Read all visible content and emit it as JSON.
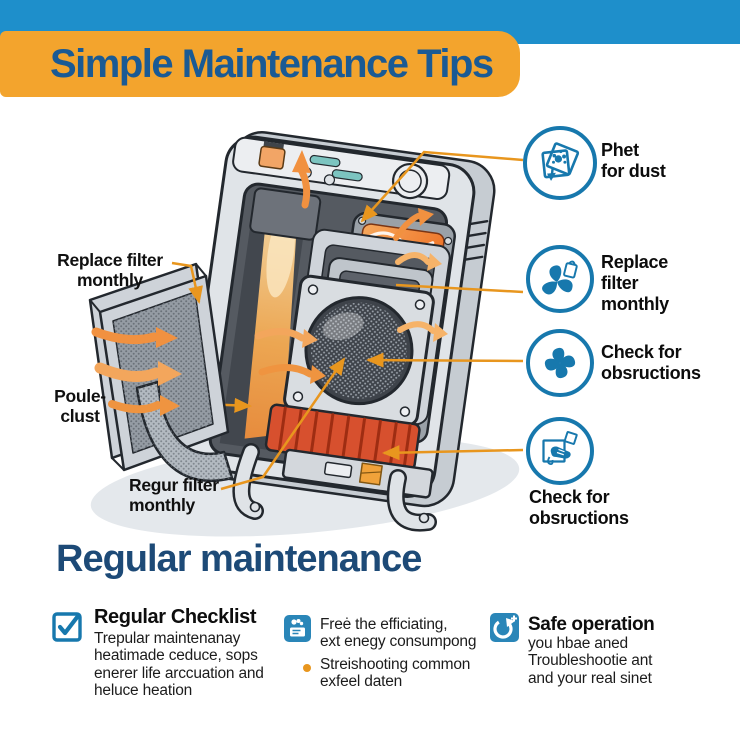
{
  "colors": {
    "top_bar_blue": "#1e8fcb",
    "banner_orange": "#f3a42d",
    "title_blue": "#1a5a94",
    "heading_navy": "#1d4a77",
    "icon_blue": "#1778ad",
    "callout_orange": "#e8961e",
    "heater_orange": "#ef7a2e",
    "grill_red": "#d7502e"
  },
  "header": {
    "title": "Simple Maintenance Tips"
  },
  "diagram": {
    "left_labels": [
      {
        "text": "Replace filter\nmonthly"
      },
      {
        "text": "Poule-\nclust"
      },
      {
        "text": "Regur filter\nmonthly"
      }
    ],
    "right_callouts": [
      {
        "icon": "dust-filter-icon",
        "label": "Phet\nfor dust"
      },
      {
        "icon": "fan-replace-icon",
        "label": "Replace\nfilter\nmonthly"
      },
      {
        "icon": "fan-icon",
        "label": "Check for\nobsructions"
      },
      {
        "icon": "wipe-clean-icon",
        "label": "Check for\nobsructions"
      }
    ]
  },
  "section": {
    "title": "Regular maintenance"
  },
  "columns": [
    {
      "icon": "checkbox-icon",
      "title": "Regular Checklist",
      "body": "Trepular maintenanay\nheatimade ceduce, sops\nenerer life arccuation and\nheluce heation"
    },
    {
      "icon": "cleaning-icon",
      "item1": "Freė the efficiating,\next enegy consumpong",
      "item2": "Streishooting common\nexfeel daten"
    },
    {
      "icon": "safe-operation-icon",
      "title": "Safe operation",
      "body": "you hbae aned\nTroubleshootie ant\nand your real sinet"
    }
  ]
}
